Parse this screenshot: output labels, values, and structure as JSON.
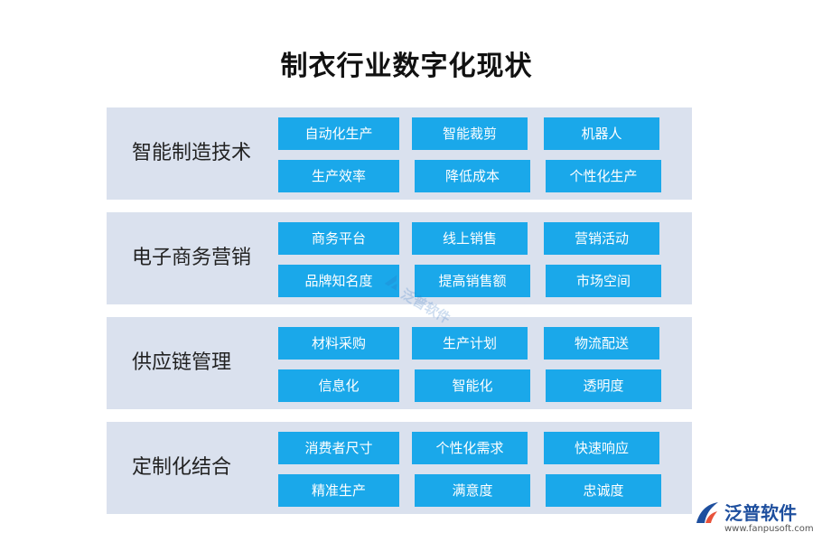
{
  "title": "制衣行业数字化现状",
  "sections": [
    {
      "label": "智能制造技术",
      "tags": [
        "自动化生产",
        "智能裁剪",
        "机器人",
        "生产效率",
        "降低成本",
        "个性化生产"
      ]
    },
    {
      "label": "电子商务营销",
      "tags": [
        "商务平台",
        "线上销售",
        "营销活动",
        "品牌知名度",
        "提高销售额",
        "市场空间"
      ]
    },
    {
      "label": "供应链管理",
      "tags": [
        "材料采购",
        "生产计划",
        "物流配送",
        "信息化",
        "智能化",
        "透明度"
      ]
    },
    {
      "label": "定制化结合",
      "tags": [
        "消费者尺寸",
        "个性化需求",
        "快速响应",
        "精准生产",
        "满意度",
        "忠诚度"
      ]
    }
  ],
  "watermark": "泛普软件",
  "logo": {
    "name": "泛普软件",
    "url": "www.fanpusoft.com"
  },
  "colors": {
    "panel_bg": "#dae1ee",
    "tag_bg": "#1aa8ea",
    "tag_text": "#ffffff",
    "brand": "#1e4f9e",
    "logo_accent": "#e8523a"
  }
}
